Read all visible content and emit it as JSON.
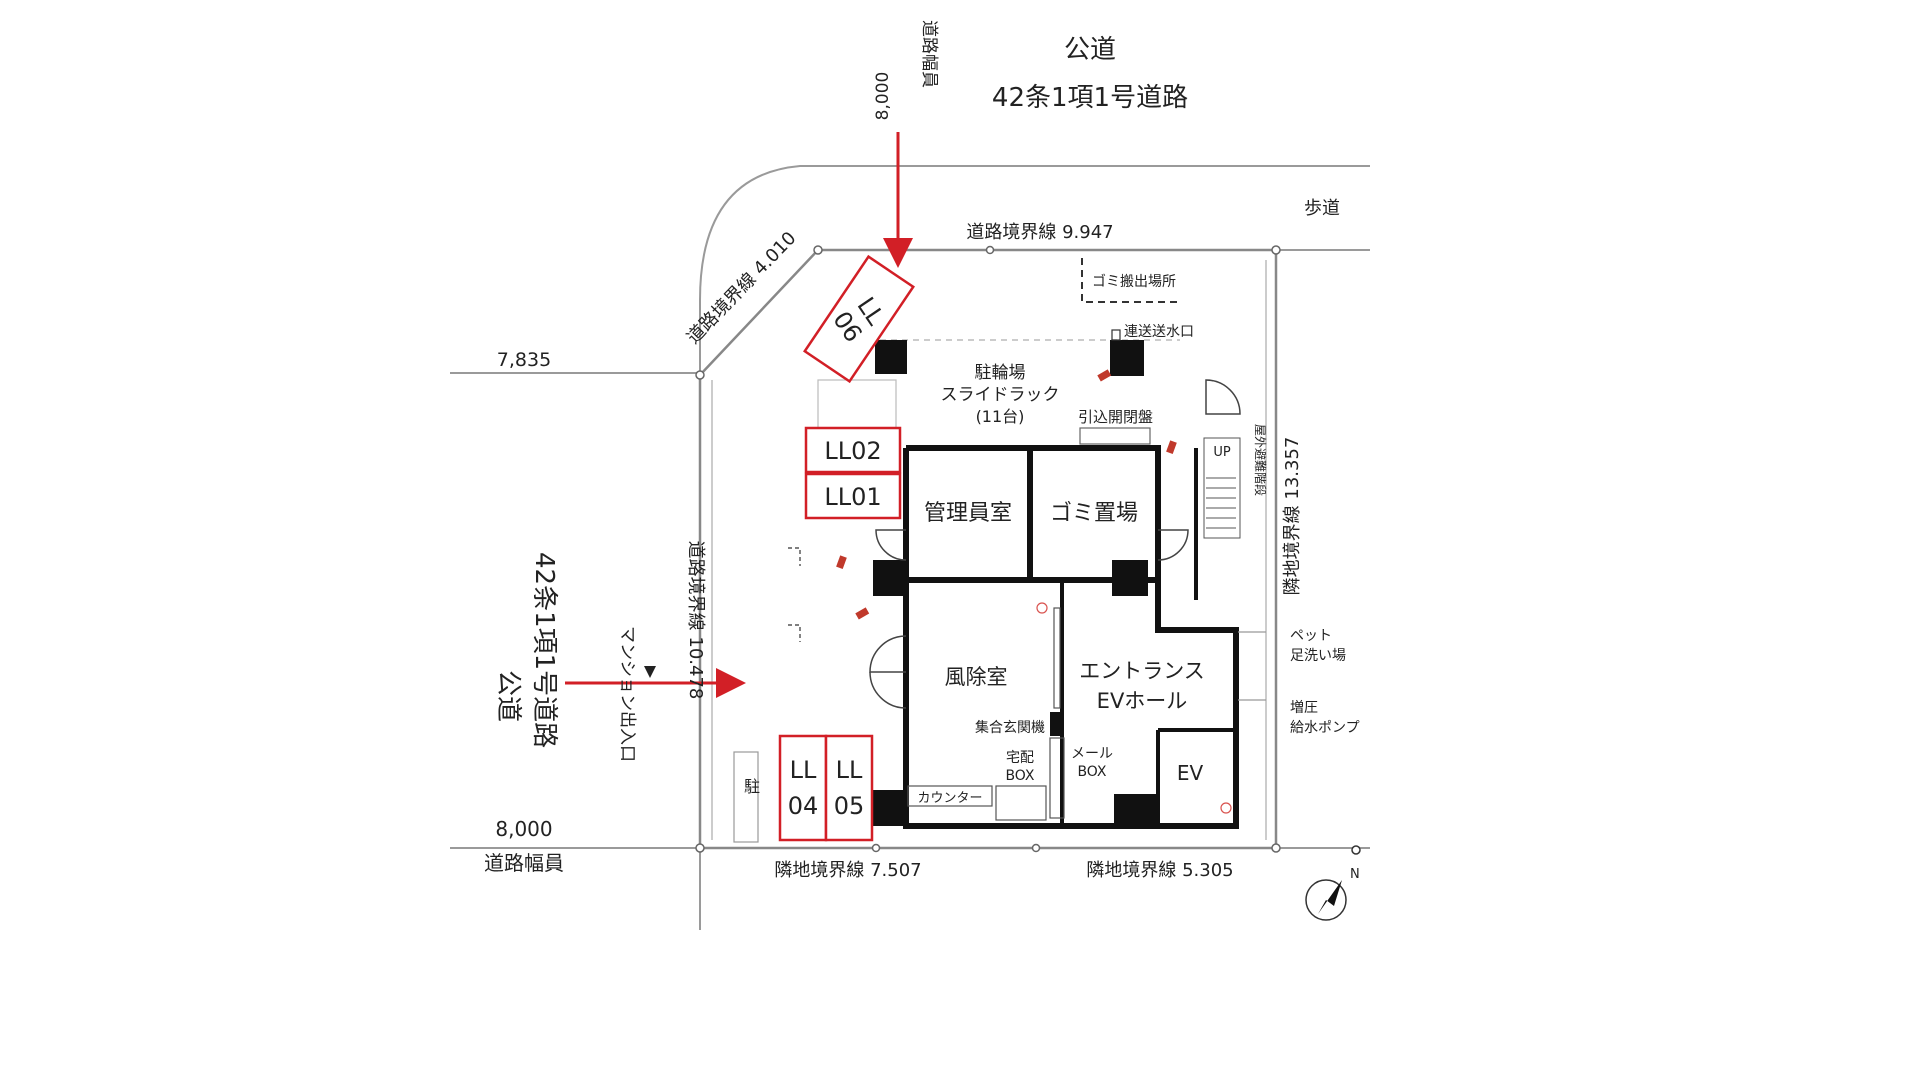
{
  "top_road": {
    "name": "公道",
    "type": "42条1項1号道路",
    "width_value": "8,000",
    "width_label": "道路幅員"
  },
  "left_road": {
    "name": "公道",
    "type": "42条1項1号道路",
    "width_value": "8,000",
    "width_label": "道路幅員"
  },
  "dimension_7835": "7,835",
  "sidewalk": "歩道",
  "boundaries": {
    "top": "道路境界線 9.947",
    "corner": "道路境界線 4.010",
    "left": "道路境界線 10.478",
    "right": "隣地境界線 13.357",
    "bottom_left": "隣地境界線 7.507",
    "bottom_right": "隣地境界線 5.305"
  },
  "entrance_label": "マンション出入口",
  "rooms": {
    "bicycle_parking": [
      "駐輪場",
      "スライドラック",
      "(11台)"
    ],
    "garbage_pickup": "ゴミ搬出場所",
    "fire_water_inlet": "連送送水口",
    "service_panel": "引込開閉盤",
    "manager_room": "管理員室",
    "garbage_room": "ゴミ置場",
    "windbreak_room": "風除室",
    "entrance_hall": [
      "エントランス",
      "EVホール"
    ],
    "intercom": "集合玄関機",
    "delivery_box": [
      "宅配",
      "BOX"
    ],
    "mail_box": [
      "メール",
      "BOX"
    ],
    "counter": "カウンター",
    "ev": "EV",
    "pet_wash": [
      "ペット",
      "足洗い場"
    ],
    "booster_pump": [
      "増圧",
      "給水ポンプ"
    ],
    "stairs_up": "UP",
    "evacuation_stair": "屋外避難階段",
    "parking_partial": "駐"
  },
  "markers": {
    "ll01": "LL01",
    "ll02": "LL02",
    "ll04": [
      "LL",
      "04"
    ],
    "ll05": [
      "LL",
      "05"
    ],
    "ll06": [
      "LL",
      "06"
    ]
  },
  "compass_letter": "N",
  "colors": {
    "marker": "#d21f26",
    "wall": "#111111",
    "line": "#999999"
  }
}
